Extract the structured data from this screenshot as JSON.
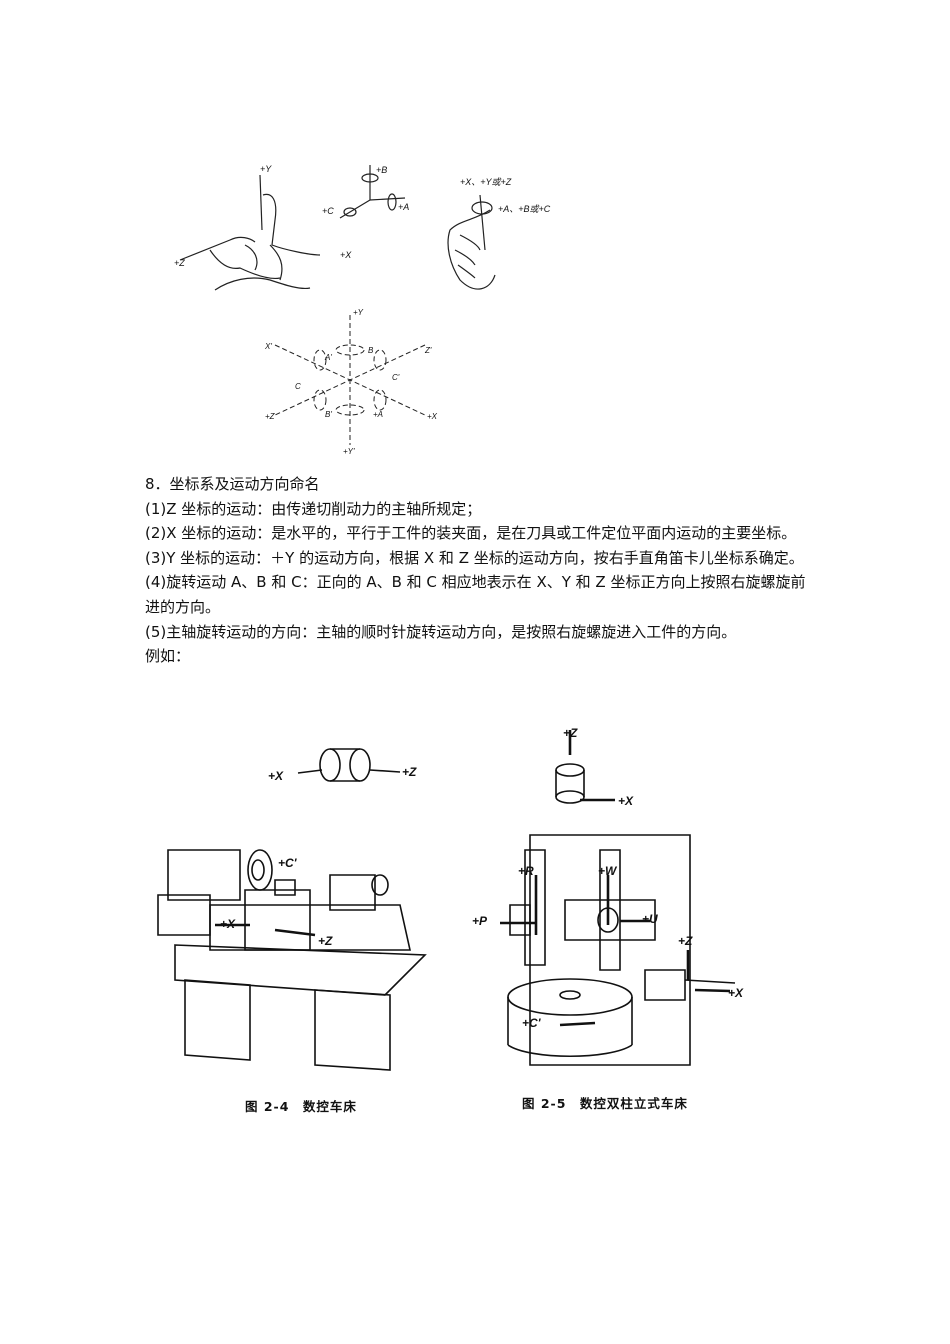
{
  "figure_top": {
    "labels": [
      "+Y",
      "+Z",
      "+X",
      "+B",
      "+A",
      "+C",
      "+X、+Y或+Z",
      "+A、+B或+C"
    ]
  },
  "figure_axes": {
    "labels": [
      "+Y",
      "X'",
      "Z'",
      "A'",
      "B",
      "C'",
      "C",
      "B'",
      "+A",
      "+Z",
      "+X",
      "+Y'"
    ]
  },
  "section": {
    "heading": "8．坐标系及运动方向命名",
    "items": [
      "(1)Z 坐标的运动：由传递切削动力的主轴所规定；",
      "(2)X 坐标的运动：是水平的，平行于工件的装夹面，是在刀具或工件定位平面内运动的主要坐标。",
      "(3)Y 坐标的运动：＋Y 的运动方向，根据 X 和 Z 坐标的运动方向，按右手直角笛卡儿坐标系确定。",
      "(4)旋转运动 A、B 和 C：正向的 A、B 和 C 相应地表示在 X、Y 和 Z 坐标正方向上按照右旋螺旋前进的方向。",
      "(5)主轴旋转运动的方向：主轴的顺时针旋转运动方向，是按照右旋螺旋进入工件的方向。",
      "例如："
    ]
  },
  "figure_lathe": {
    "labels": [
      "+X",
      "+Z",
      "+C'",
      "+X",
      "+Z"
    ],
    "caption": "图 2-4　数控车床"
  },
  "figure_vertical_lathe": {
    "labels": [
      "+Z",
      "+X",
      "+R",
      "+W",
      "+P",
      "+U",
      "+Z",
      "+X",
      "+C'"
    ],
    "caption": "图 2-5　数控双柱立式车床"
  }
}
